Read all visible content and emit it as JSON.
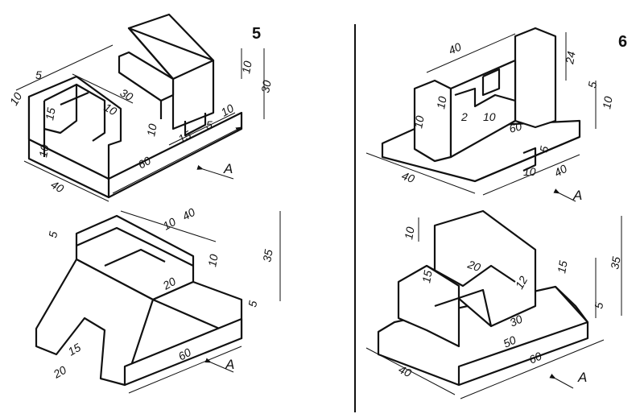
{
  "panels": {
    "left": {
      "label": "5",
      "top_part": {
        "dims": [
          "10",
          "5",
          "30",
          "10",
          "15",
          "10",
          "40",
          "60",
          "10",
          "15",
          "5",
          "10",
          "10",
          "30"
        ],
        "view": "A"
      },
      "bottom_part": {
        "dims": [
          "5",
          "10",
          "40",
          "10",
          "35",
          "20",
          "5",
          "15",
          "20",
          "60"
        ],
        "view": "A"
      }
    },
    "right": {
      "label": "6",
      "top_part": {
        "dims": [
          "40",
          "24",
          "5",
          "10",
          "10",
          "10",
          "2",
          "10",
          "60",
          "5",
          "10",
          "40",
          "40"
        ],
        "view": "A"
      },
      "bottom_part": {
        "dims": [
          "10",
          "20",
          "15",
          "15",
          "35",
          "12",
          "5",
          "30",
          "50",
          "40",
          "60"
        ],
        "view": "A"
      }
    }
  }
}
